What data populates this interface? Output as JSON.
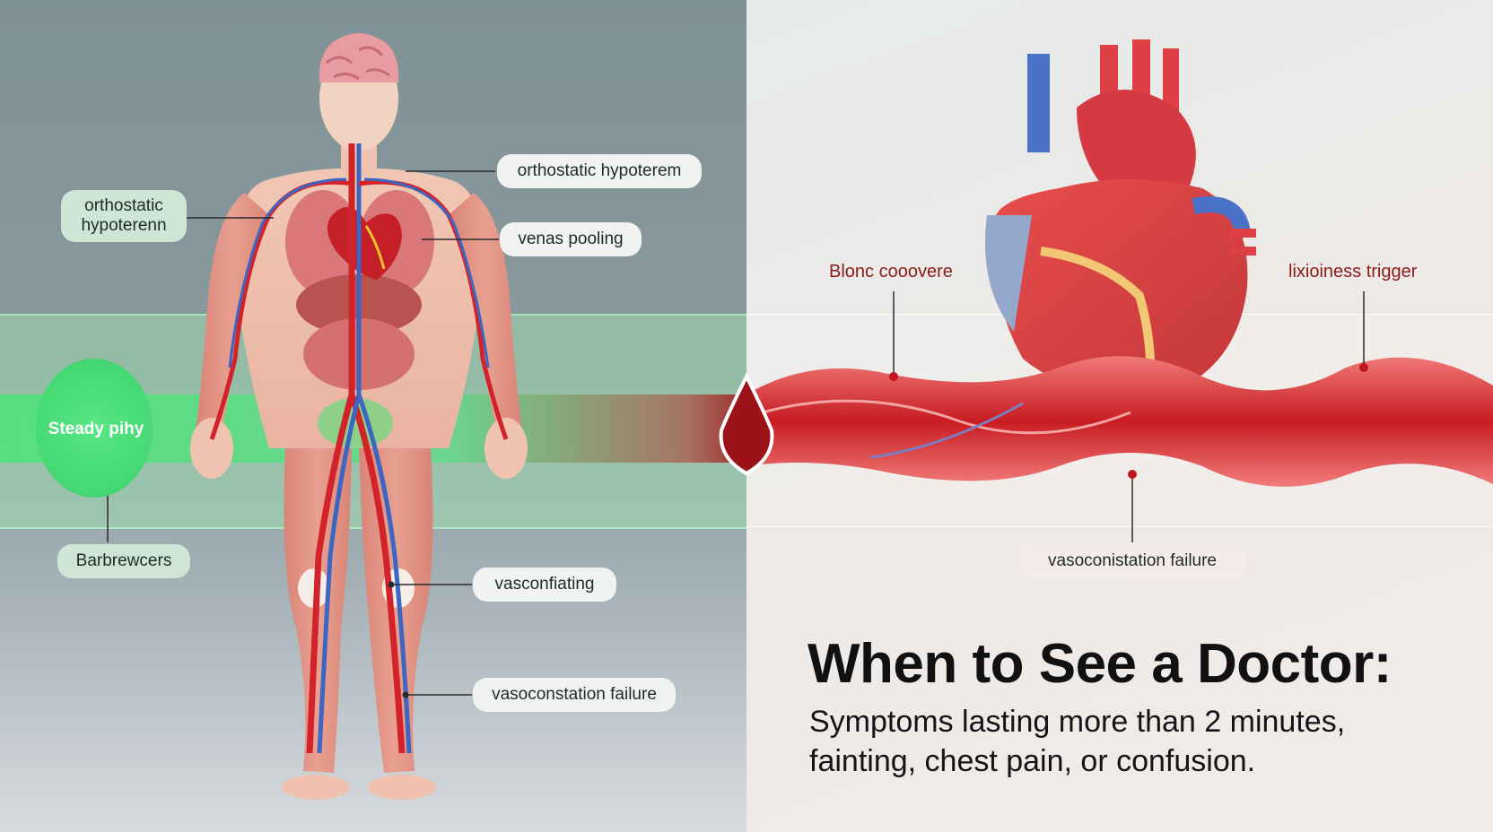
{
  "labels": {
    "top_right": "orthostatic hypoterem",
    "left_top": "orthostatic\nhypoterenn",
    "venous": "venas pooling",
    "steady": "Steady pihy",
    "baro": "Barbrewcers",
    "vasc1": "vasconfiating",
    "vasc2": "vasoconstation failure",
    "blood": "Blonc cooovere",
    "dizzy": "lixioiness trigger",
    "vasc_right": "vasoconistation failure"
  },
  "heading": {
    "title": "When to See a Doctor:",
    "line1": "Symptoms lasting more than 2 minutes,",
    "line2": "fainting, chest pain, or confusion."
  },
  "colors": {
    "green": "#4fe37a",
    "blood_red": "#c8202a",
    "vein_blue": "#3b66c4"
  }
}
